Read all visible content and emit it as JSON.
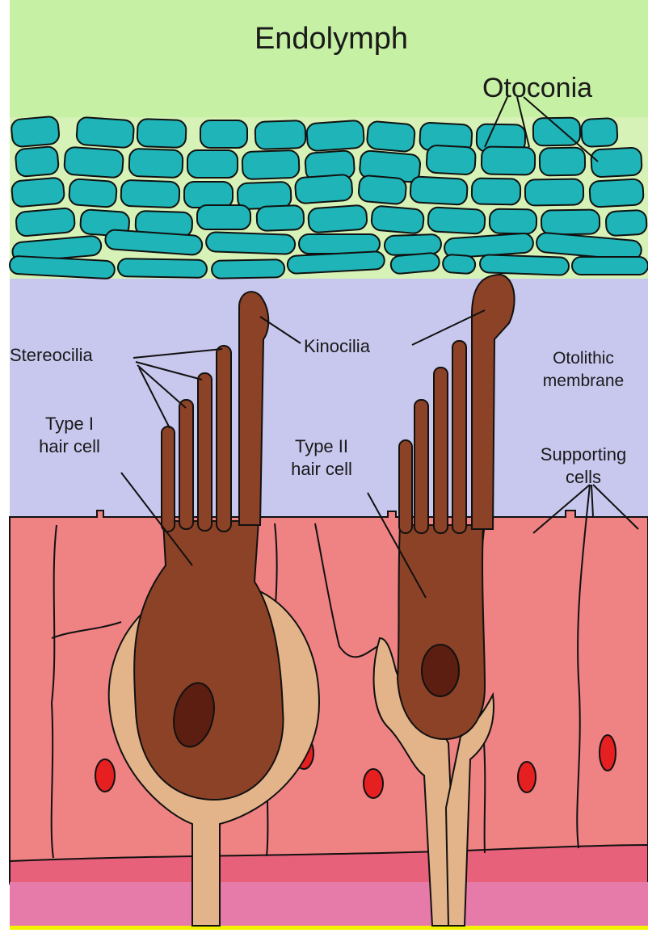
{
  "labels": {
    "endolymph": "Endolymph",
    "otoconia": "Otoconia",
    "stereocilia": "Stereocilia",
    "kinocilia": "Kinocilia",
    "otolithic_line1": "Otolithic",
    "otolithic_line2": "membrane",
    "type1_line1": "Type I",
    "type1_line2": "hair cell",
    "type2_line1": "Type II",
    "type2_line2": "hair cell",
    "supporting_line1": "Supporting",
    "supporting_line2": "cells"
  },
  "colors": {
    "endolymph": "#c6f0a4",
    "otoconia": "#1fb5b8",
    "membrane": "#c8c7ee",
    "epithelium": "#ef8282",
    "basement": "#e8617a",
    "bottom_band": "#e67aa8",
    "hair_cell": "#8c4226",
    "nucleus": "#5c1e10",
    "calyx": "#e3b48a",
    "supporting_nucleus": "#e62020",
    "outline": "#111111",
    "bottom_line": "#f2f200"
  },
  "icons": {
    "type1": "type-1-hair-cell",
    "type2": "type-2-hair-cell",
    "otoconia": "otoconia-crystal"
  }
}
